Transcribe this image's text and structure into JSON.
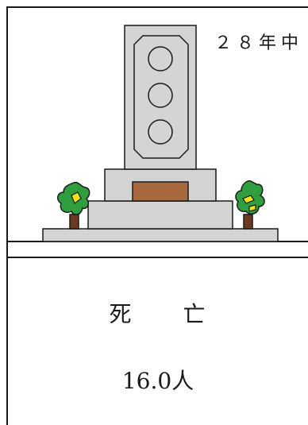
{
  "header": {
    "year_label": "２８年中"
  },
  "stat": {
    "category": "死 亡",
    "value": "16.0人"
  },
  "illustration": {
    "icon": "gravestone-icon",
    "colors": {
      "stone": "#d4d4d4",
      "plaque": "#a86a3c",
      "foliage": "#2e9e3e",
      "flower": "#f2e21a",
      "stem": "#6b3a1f",
      "line": "#1a1a1a"
    }
  }
}
